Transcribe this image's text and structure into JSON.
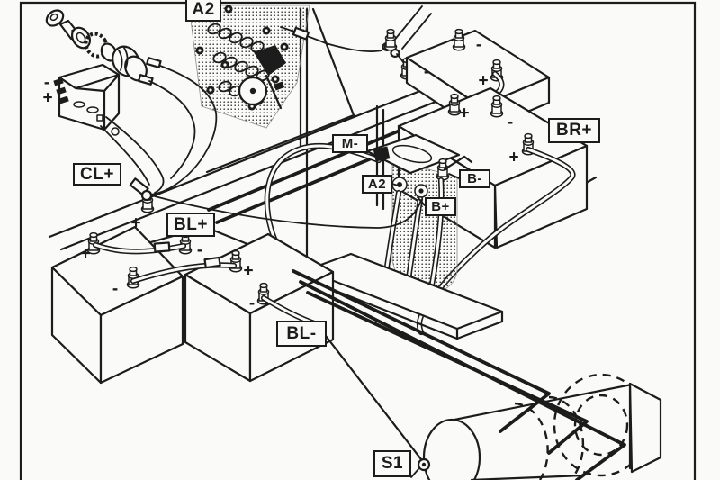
{
  "diagram_labels": {
    "a2_top": "A2",
    "cl_plus": "CL+",
    "bl_plus": "BL+",
    "m_minus": "M-",
    "a2_mid": "A2",
    "b_minus": "B-",
    "b_plus": "B+",
    "br_plus": "BR+",
    "bl_minus": "BL-",
    "s1": "S1"
  },
  "polarity_markers": [
    {
      "sign": "-"
    },
    {
      "sign": "+"
    },
    {
      "sign": "-"
    },
    {
      "sign": "-"
    },
    {
      "sign": "+"
    },
    {
      "sign": "+"
    },
    {
      "sign": "-"
    },
    {
      "sign": "+"
    },
    {
      "sign": "+"
    },
    {
      "sign": "-"
    },
    {
      "sign": "+"
    },
    {
      "sign": "-"
    },
    {
      "sign": "+"
    },
    {
      "sign": "-"
    }
  ],
  "colors": {
    "ink": "#1c1c1c",
    "paper": "#fafaf8"
  }
}
